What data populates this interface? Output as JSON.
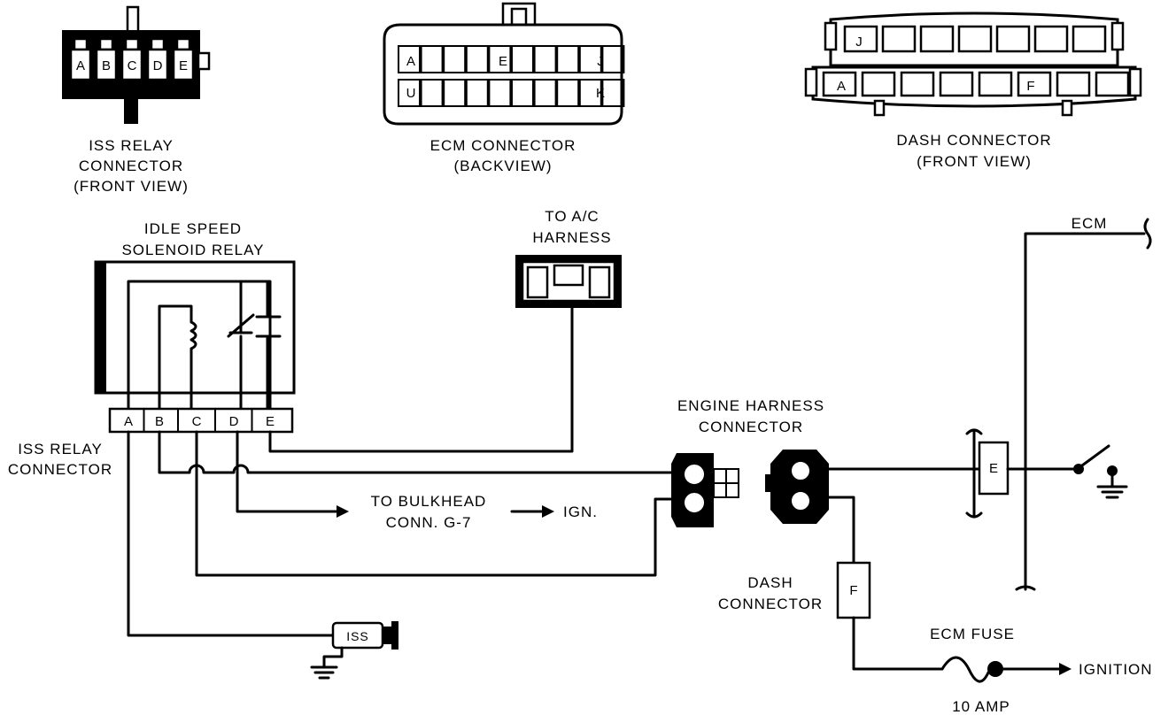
{
  "labels": {
    "iss_relay_conn_top": [
      "ISS RELAY",
      "CONNECTOR",
      "(FRONT VIEW)"
    ],
    "ecm_conn_top": [
      "ECM CONNECTOR",
      "(BACKVIEW)"
    ],
    "dash_conn_top": [
      "DASH CONNECTOR",
      "(FRONT VIEW)"
    ],
    "relay_title": [
      "IDLE SPEED",
      "SOLENOID RELAY"
    ],
    "ac_harness": [
      "TO A/C",
      "HARNESS"
    ],
    "ecm": "ECM",
    "iss_relay_conn": [
      "ISS RELAY",
      "CONNECTOR"
    ],
    "engine_harness": [
      "ENGINE HARNESS",
      "CONNECTOR"
    ],
    "bulkhead": [
      "TO BULKHEAD",
      "CONN. G-7"
    ],
    "ign": "IGN.",
    "dash_conn": [
      "DASH",
      "CONNECTOR"
    ],
    "ecm_fuse": "ECM FUSE",
    "ignition": "IGNITION",
    "amp": "10 AMP",
    "iss": "ISS",
    "term_e": "E",
    "term_f": "F"
  },
  "iss_relay_pins": [
    "A",
    "B",
    "C",
    "D",
    "E"
  ],
  "ecm_pins": {
    "top_left": "A",
    "top_mid": "E",
    "top_right": "J",
    "bot_left": "U",
    "bot_right": "K"
  },
  "dash_pins": {
    "top_left": "J",
    "bot_left": "A",
    "bot_mid": "F"
  }
}
